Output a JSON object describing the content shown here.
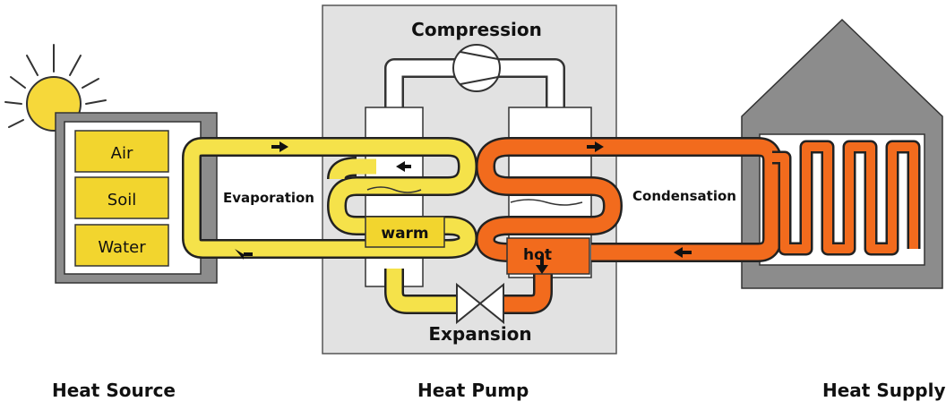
{
  "labels": {
    "compression": "Compression",
    "evaporation": "Evaporation",
    "condensation": "Condensation",
    "expansion": "Expansion",
    "warm": "warm",
    "hot": "hot"
  },
  "sources": [
    "Air",
    "Soil",
    "Water"
  ],
  "captions": {
    "heat_source": "Heat Source",
    "heat_pump": "Heat Pump",
    "heat_supply": "Heat Supply"
  },
  "colors": {
    "cold_loop": "#f5e24a",
    "cold_outline": "#222222",
    "hot_loop": "#f26b1d",
    "source_box": "#8c8c8c",
    "source_tile": "#f2d52e",
    "pump_box": "#e2e2e2",
    "house": "#8c8c8c",
    "sun": "#f6d83a"
  }
}
